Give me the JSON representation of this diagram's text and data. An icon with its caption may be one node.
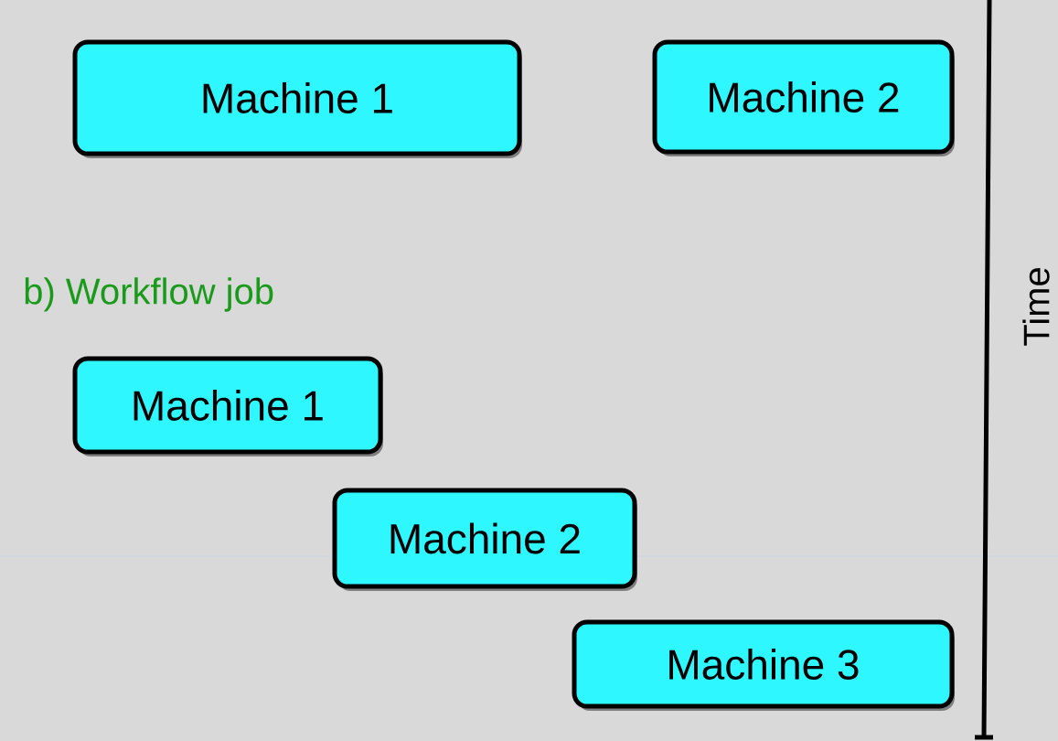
{
  "diagram": {
    "nodes": [
      {
        "text": [
          "Machine 1"
        ]
      },
      {
        "text": [
          "Machine 2"
        ]
      },
      {
        "text": [
          "Machine 1"
        ]
      },
      {
        "text": [
          "Machine 2"
        ]
      },
      {
        "text": [
          "Machine 3"
        ]
      }
    ],
    "labels": [
      "b)  Workflow job",
      "Time"
    ]
  }
}
